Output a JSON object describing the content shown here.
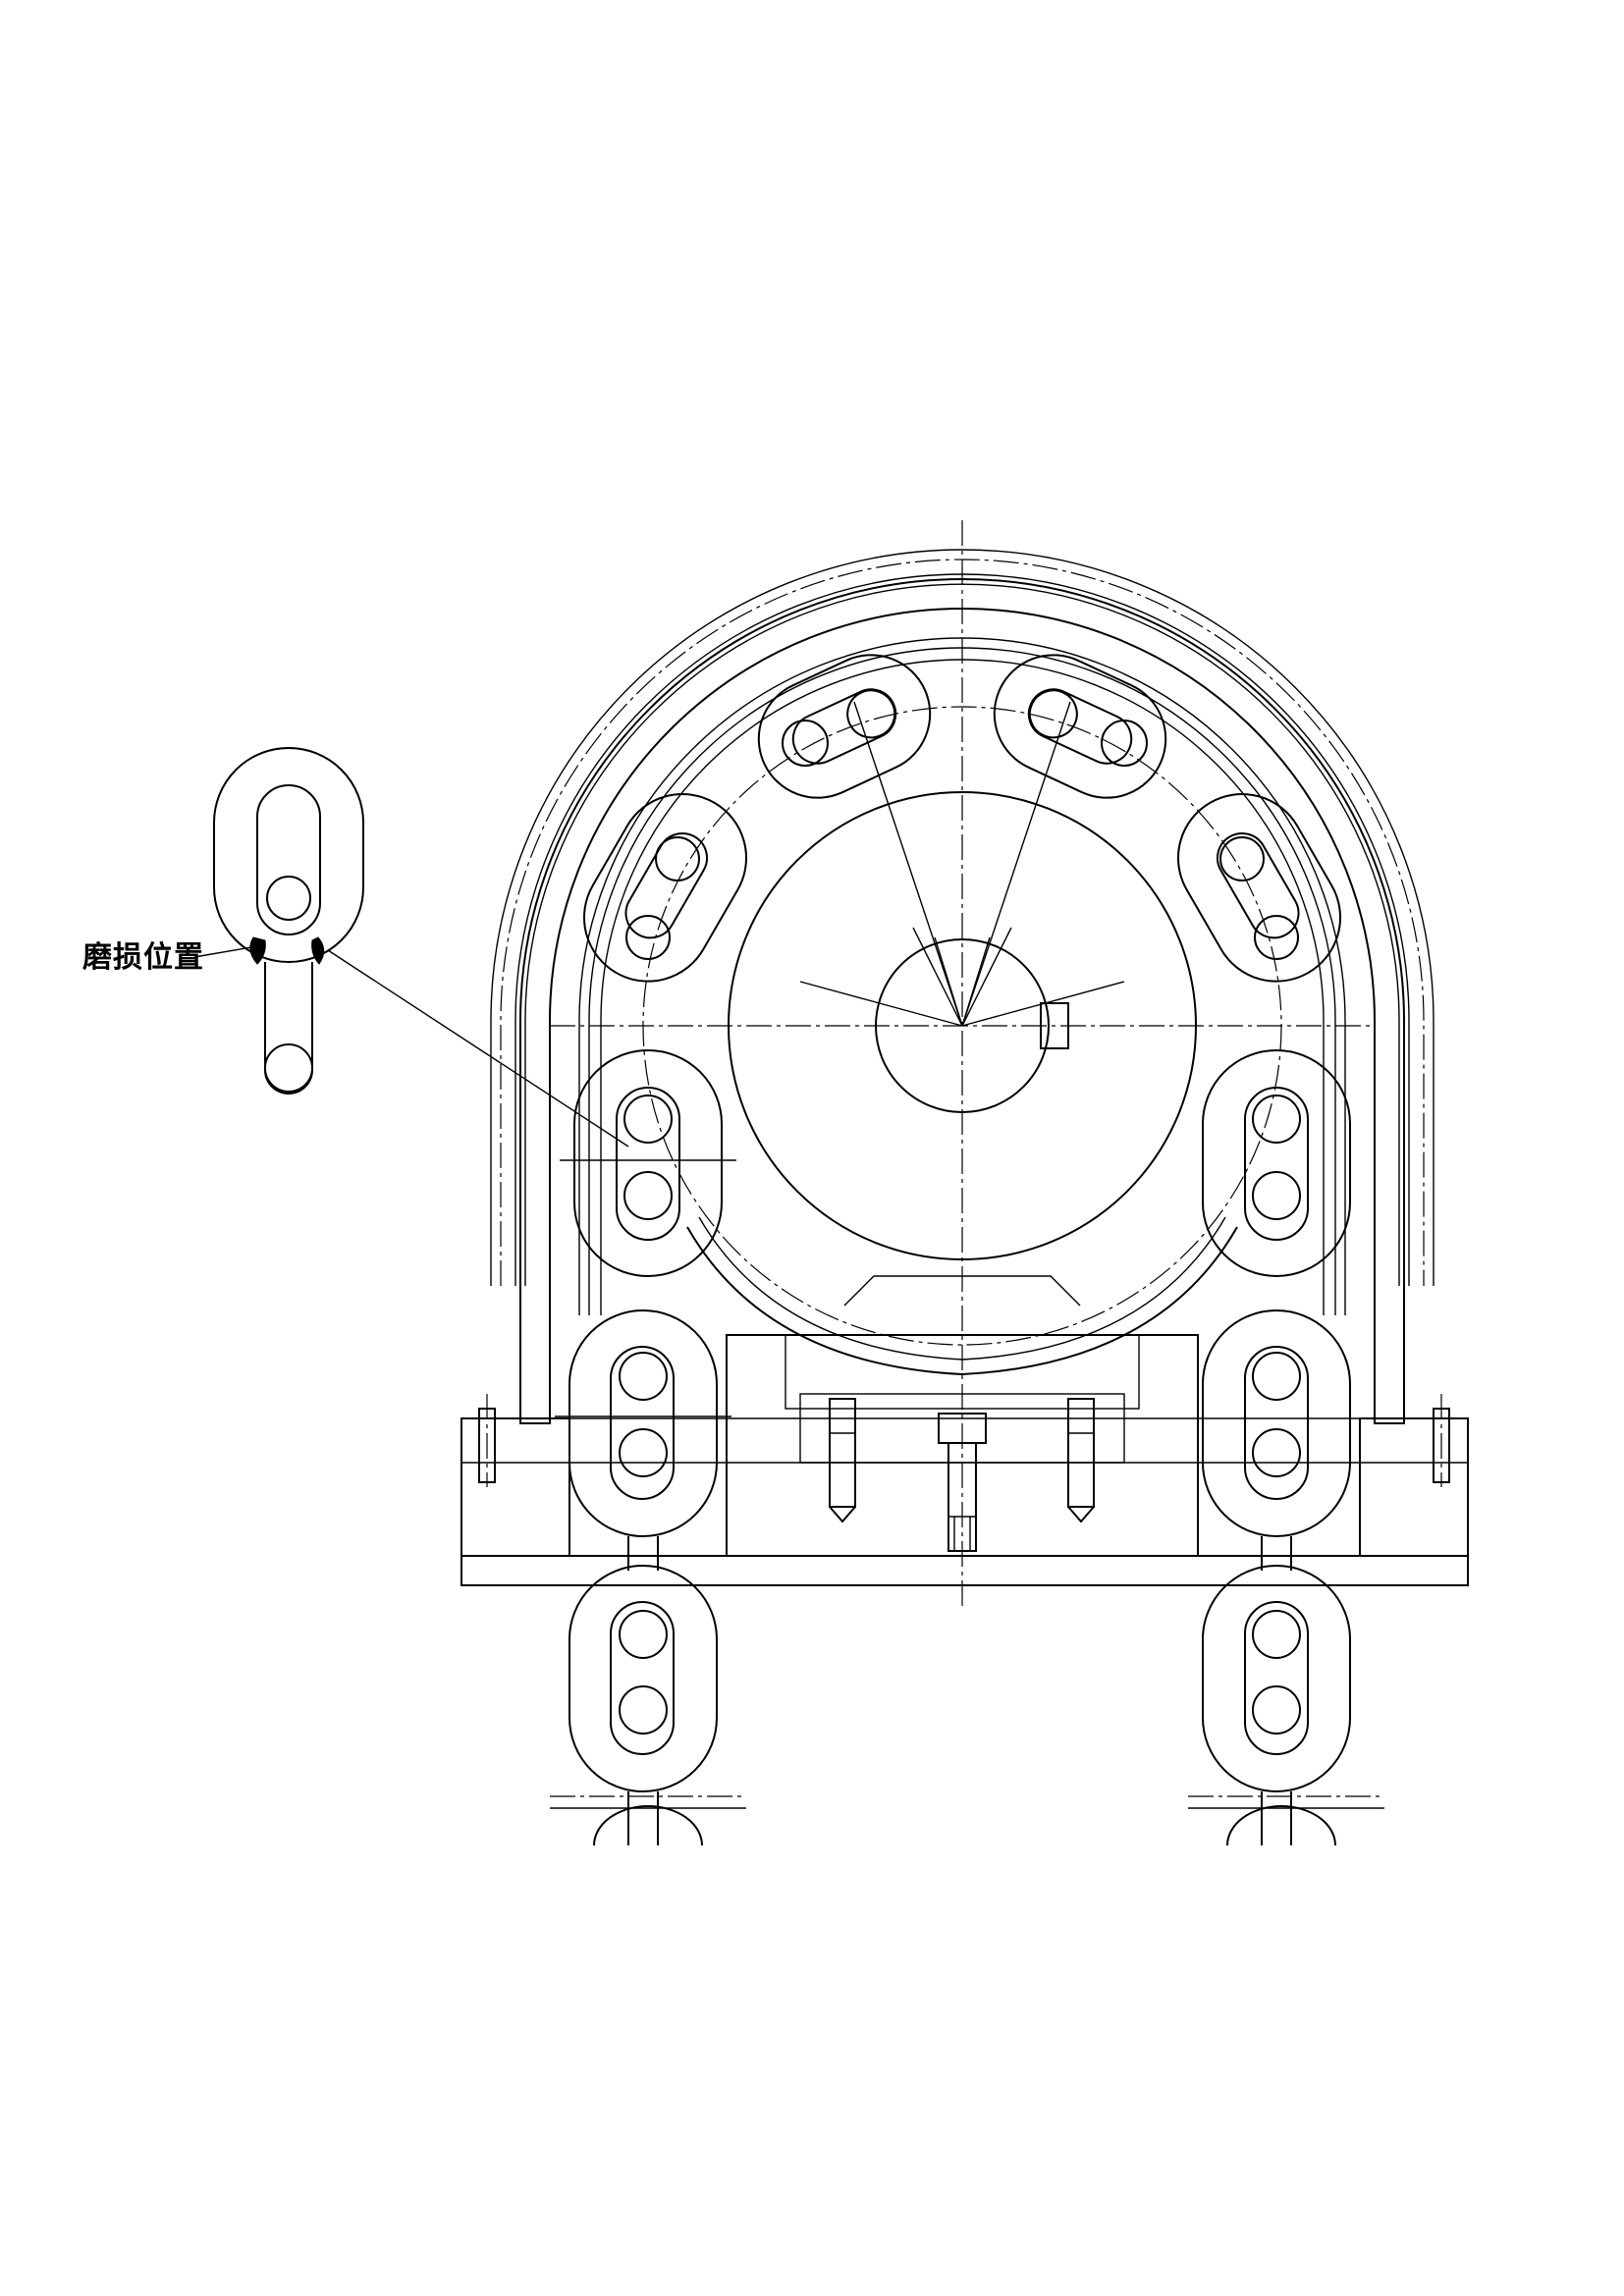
{
  "callout": {
    "label": "磨损位置"
  },
  "icons": {
    "wear_mark": "filled-black-crescent",
    "chain_link": "oval-chain-link-with-hatched-sections"
  }
}
